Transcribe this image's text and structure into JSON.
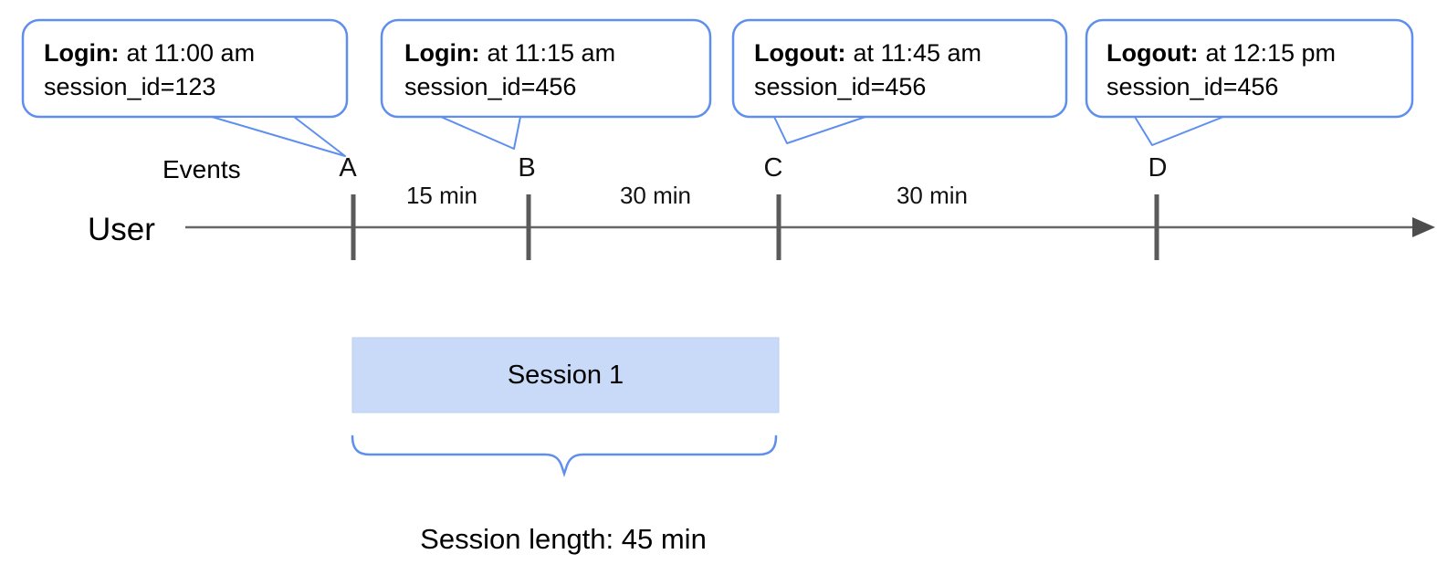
{
  "diagram": {
    "title_semantic": "user-session-timeline",
    "callouts": [
      {
        "title": "Login:",
        "time": "at 11:00 am",
        "detail": "session_id=123"
      },
      {
        "title": "Login:",
        "time": "at 11:15 am",
        "detail": "session_id=456"
      },
      {
        "title": "Logout:",
        "time": "at 11:45 am",
        "detail": "session_id=456"
      },
      {
        "title": "Logout:",
        "time": "at 12:15 pm",
        "detail": "session_id=456"
      }
    ],
    "events_label": "Events",
    "user_label": "User",
    "event_markers": [
      "A",
      "B",
      "C",
      "D"
    ],
    "intervals": [
      "15 min",
      "30 min",
      "30 min"
    ],
    "session_box_label": "Session 1",
    "session_length_label": "Session length: 45 min",
    "colors": {
      "accent_blue": "#5e8fee",
      "session_fill": "#c9daf8",
      "timeline_gray": "#666666",
      "tick_gray": "#5a5a5a",
      "arrow_gray": "#4d4d4d"
    }
  }
}
